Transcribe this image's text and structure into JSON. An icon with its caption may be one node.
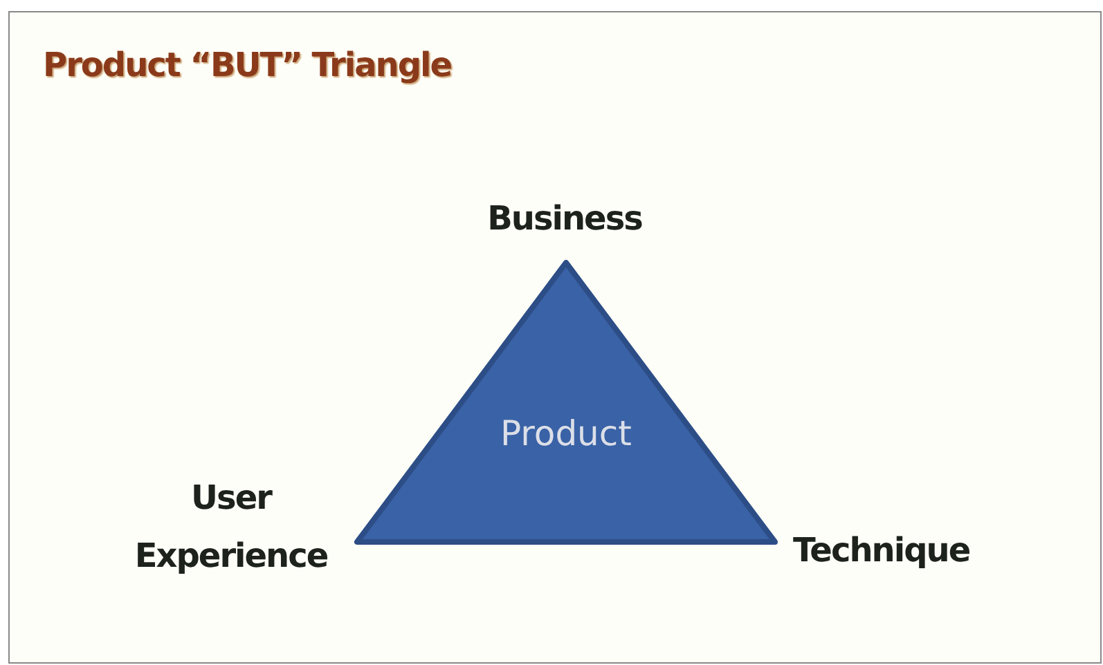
{
  "diagram": {
    "title": "Product “BUT” Triangle",
    "nodes": [
      {
        "text": [
          "Product"
        ]
      }
    ],
    "labels": [
      "Business",
      "User Experience",
      "Technique"
    ]
  }
}
